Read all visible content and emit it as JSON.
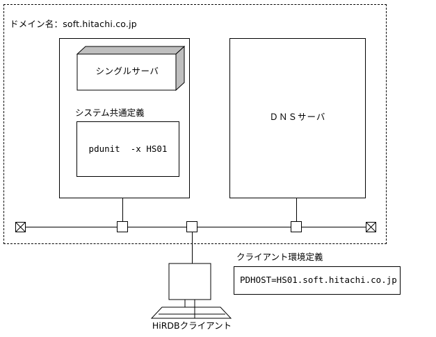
{
  "diagram": {
    "domain": {
      "label": "ドメイン名：soft.hitachi.co.jp",
      "boundary_style": "dashed"
    },
    "server_machine": {
      "server_block_label": "シングルサーバ",
      "sysdef_label": "システム共通定義",
      "sysdef_text": "pdunit  -x HS01"
    },
    "dns_machine": {
      "label": "ＤＮＳサーバ"
    },
    "network": {
      "terminator_left": "terminator-x",
      "terminator_right": "terminator-x",
      "node_server": "tap-connector",
      "node_client": "tap-connector",
      "node_dns": "tap-connector"
    },
    "client": {
      "label": "HiRDBクライアント",
      "env_label": "クライアント環境定義",
      "env_text": "PDHOST=HS01.soft.hitachi.co.jp"
    },
    "colors": {
      "line": "#000000",
      "face_top": "#bfbfbf",
      "face_side": "#bfbfbf",
      "background": "#ffffff"
    }
  }
}
